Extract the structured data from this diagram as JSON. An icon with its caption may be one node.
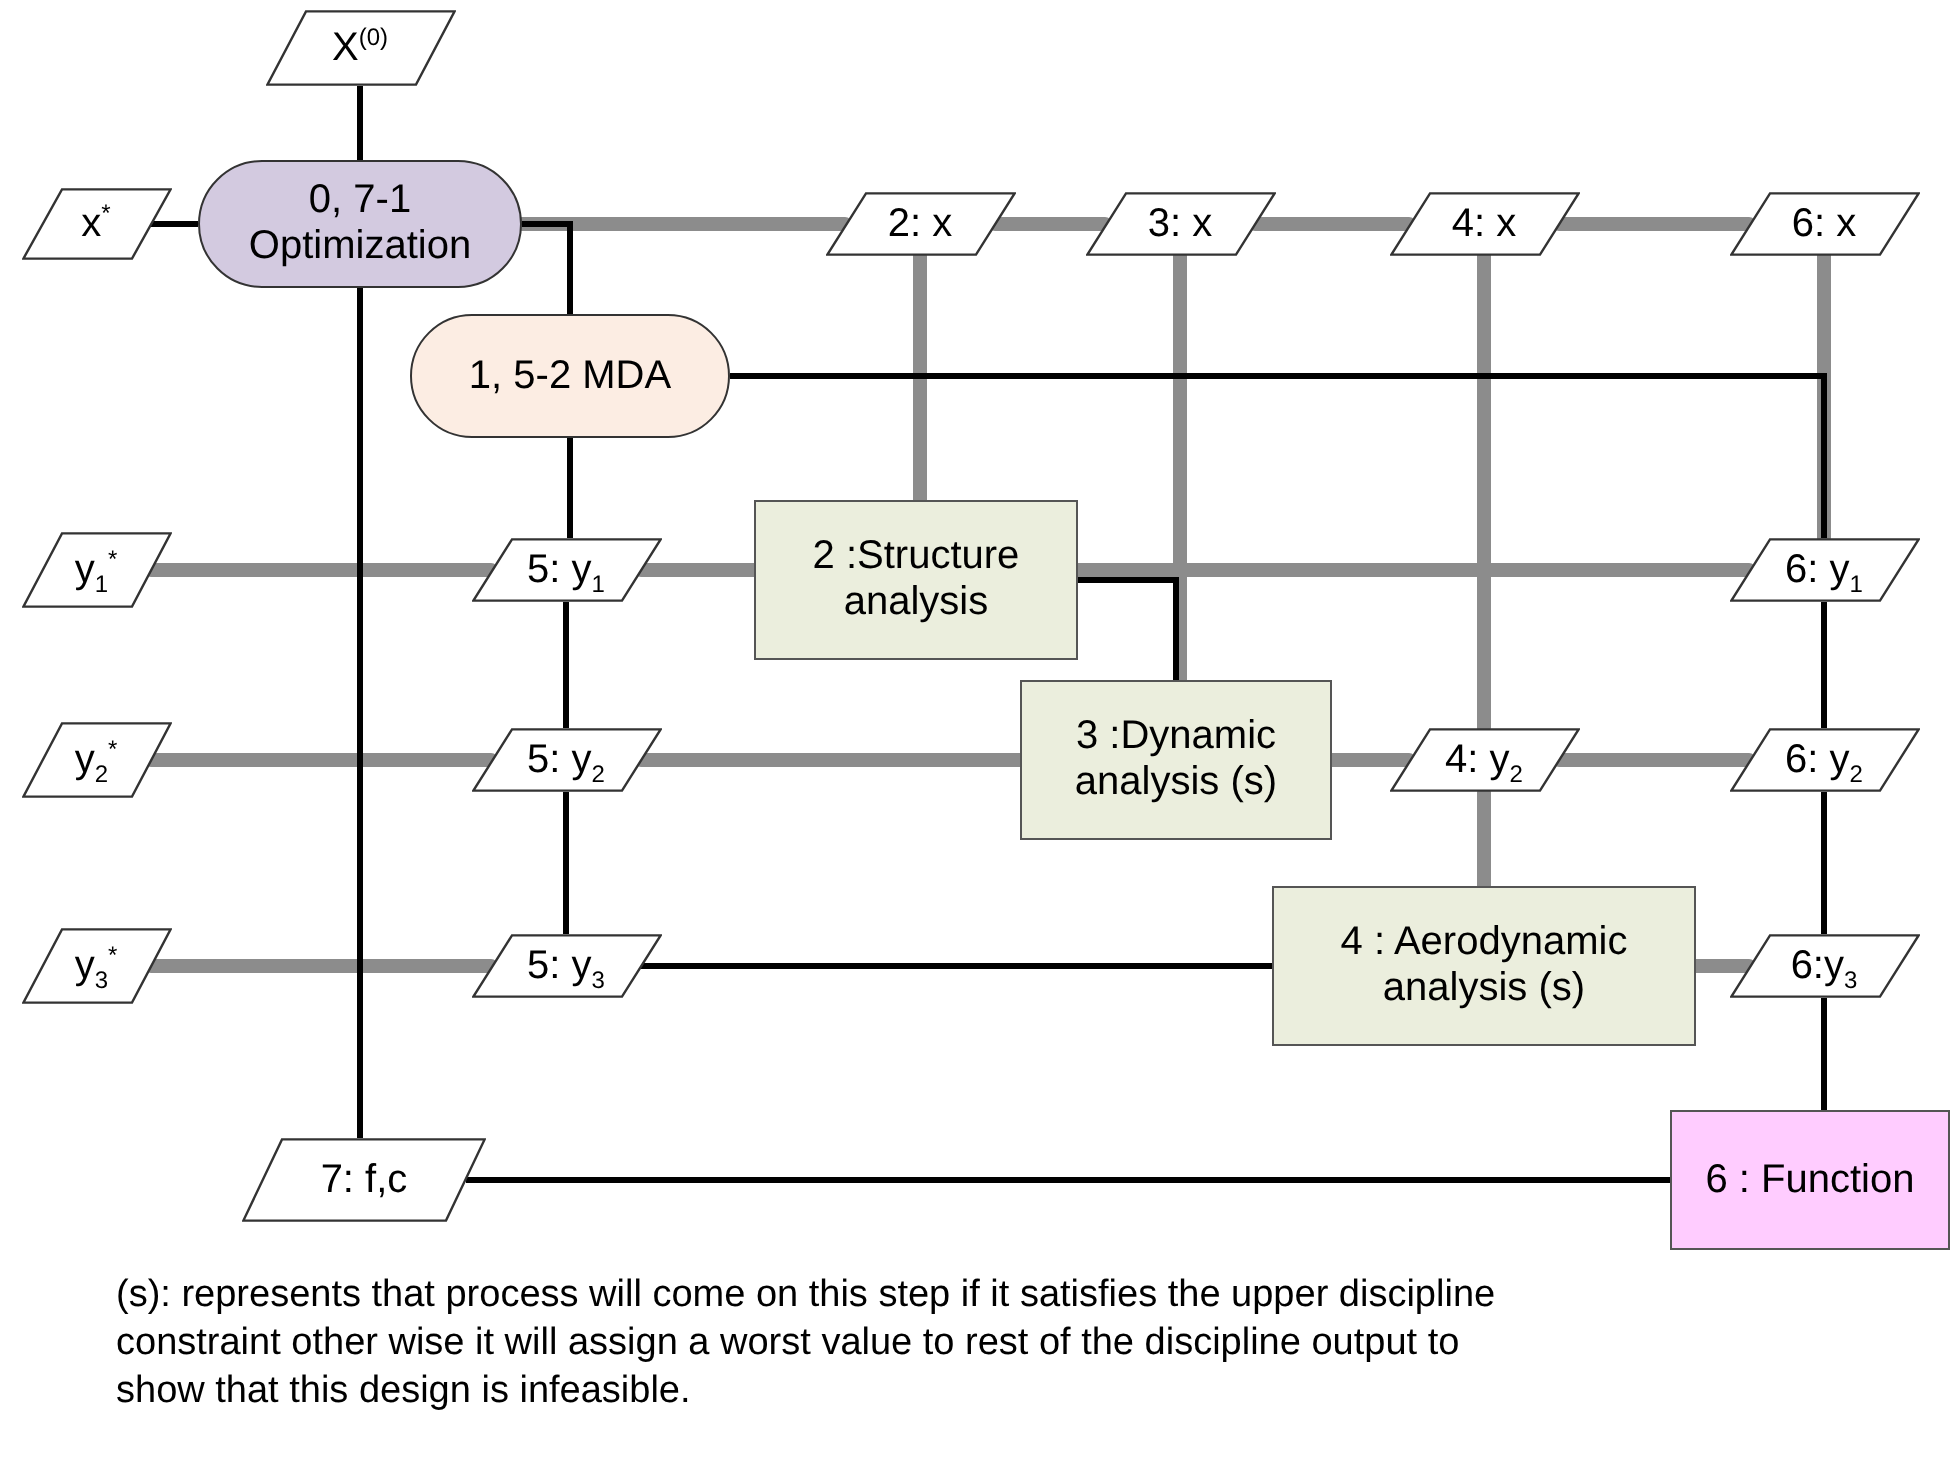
{
  "diagram": {
    "nodes": [
      {
        "text": [
          "X$^{(0)}$"
        ]
      },
      {
        "text": [
          "x$^{*}$"
        ]
      },
      {
        "text": [
          "0, 7-1 Optimization"
        ]
      },
      {
        "text": [
          "2: x"
        ]
      },
      {
        "text": [
          "3: x"
        ]
      },
      {
        "text": [
          "4: x"
        ]
      },
      {
        "text": [
          "6: x"
        ]
      },
      {
        "text": [
          "1, 5-2 MDA"
        ]
      },
      {
        "text": [
          "y$_{1}$$^{*}$"
        ]
      },
      {
        "text": [
          "5: y$_{1}$"
        ]
      },
      {
        "text": [
          "2 :Structure analysis"
        ]
      },
      {
        "text": [
          "6: y$_{1}$"
        ]
      },
      {
        "text": [
          "y$_{2}$$^{*}$"
        ]
      },
      {
        "text": [
          "5: y$_{2}$"
        ]
      },
      {
        "text": [
          "3 :Dynamic analysis (s)"
        ]
      },
      {
        "text": [
          "4: y$_{2}$"
        ]
      },
      {
        "text": [
          "6: y$_{2}$"
        ]
      },
      {
        "text": [
          "y$_{3}$$^{*}$"
        ]
      },
      {
        "text": [
          "5: y$_{3}$"
        ]
      },
      {
        "text": [
          "4 : Aerodynamic analysis (s)"
        ]
      },
      {
        "text": [
          "6:y$_{3}$"
        ]
      },
      {
        "text": [
          "7: f,c"
        ]
      },
      {
        "text": [
          "6 : Function"
        ]
      }
    ],
    "edges": [
      {
        "from": 0,
        "to": 2,
        "arrow": "none",
        "color": "#000000"
      },
      {
        "from": 1,
        "to": 2,
        "arrow": "none",
        "color": "#000000"
      },
      {
        "from": 2,
        "to": 3,
        "arrow": "none"
      },
      {
        "from": 2,
        "to": 7,
        "arrow": "none",
        "color": "#000000"
      },
      {
        "from": 3,
        "to": 4,
        "arrow": "none"
      },
      {
        "from": 4,
        "to": 5,
        "arrow": "none"
      },
      {
        "from": 5,
        "to": 6,
        "arrow": "none"
      },
      {
        "from": 3,
        "to": 10,
        "arrow": "none"
      },
      {
        "from": 4,
        "to": 14,
        "arrow": "none"
      },
      {
        "from": 5,
        "to": 15,
        "arrow": "none"
      },
      {
        "from": 6,
        "to": 11,
        "arrow": "none"
      },
      {
        "from": 7,
        "to": 9,
        "arrow": "none",
        "color": "#000000"
      },
      {
        "from": 7,
        "to": 11,
        "arrow": "none",
        "color": "#000000"
      },
      {
        "from": 8,
        "to": 9,
        "arrow": "none"
      },
      {
        "from": 9,
        "to": 10,
        "arrow": "none"
      },
      {
        "from": 10,
        "to": 11,
        "arrow": "none"
      },
      {
        "from": 10,
        "to": 14,
        "arrow": "none",
        "color": "#000000"
      },
      {
        "from": 9,
        "to": 13,
        "arrow": "none",
        "color": "#000000"
      },
      {
        "from": 12,
        "to": 13,
        "arrow": "none"
      },
      {
        "from": 13,
        "to": 14,
        "arrow": "none"
      },
      {
        "from": 14,
        "to": 15,
        "arrow": "none"
      },
      {
        "from": 15,
        "to": 16,
        "arrow": "none"
      },
      {
        "from": 11,
        "to": 16,
        "arrow": "none",
        "color": "#000000"
      },
      {
        "from": 15,
        "to": 19,
        "arrow": "none"
      },
      {
        "from": 13,
        "to": 18,
        "arrow": "none",
        "color": "#000000"
      },
      {
        "from": 17,
        "to": 18,
        "arrow": "none"
      },
      {
        "from": 18,
        "to": 19,
        "arrow": "none",
        "color": "#000000"
      },
      {
        "from": 19,
        "to": 20,
        "arrow": "none"
      },
      {
        "from": 16,
        "to": 20,
        "arrow": "none",
        "color": "#000000"
      },
      {
        "from": 2,
        "to": 21,
        "arrow": "none",
        "color": "#000000"
      },
      {
        "from": 20,
        "to": 22,
        "arrow": "none",
        "color": "#000000"
      },
      {
        "from": 21,
        "to": 22,
        "arrow": "none",
        "color": "#000000"
      }
    ],
    "labels": [
      "(s): represents that process will come on this step if it satisfies the upper discipline constraint other wise it will assign a worst value to rest of the discipline output to show that this design is infeasible."
    ]
  }
}
